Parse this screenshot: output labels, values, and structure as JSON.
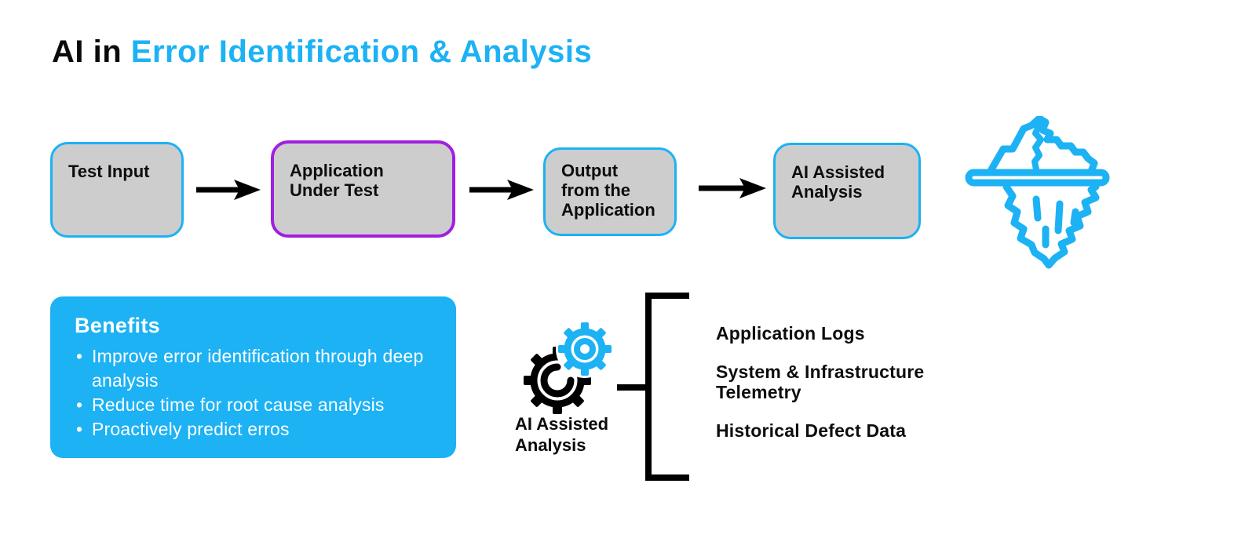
{
  "title": {
    "prefix": "AI in ",
    "highlight": "Error Identification & Analysis"
  },
  "colors": {
    "accent_blue": "#1cb2f4",
    "purple": "#a01fe0",
    "box_fill": "#cdcdcd",
    "line_black": "#000000",
    "benefits_text": "#ffffff"
  },
  "flow": {
    "boxes": [
      {
        "label": "Test Input"
      },
      {
        "label": "Application Under Test"
      },
      {
        "label": "Output from the Application"
      },
      {
        "label": "AI Assisted Analysis"
      }
    ],
    "arrow_icon": "arrow-right-icon"
  },
  "benefits": {
    "title": "Benefits",
    "items": [
      "Improve error identification through deep analysis",
      "Reduce time for root cause analysis",
      "Proactively predict erros"
    ]
  },
  "analysis": {
    "icon": "gears-icon",
    "label": "AI Assisted Analysis",
    "sources": [
      "Application Logs",
      "System & Infrastructure Telemetry",
      "Historical Defect Data"
    ]
  },
  "iceberg_icon": "iceberg-icon"
}
